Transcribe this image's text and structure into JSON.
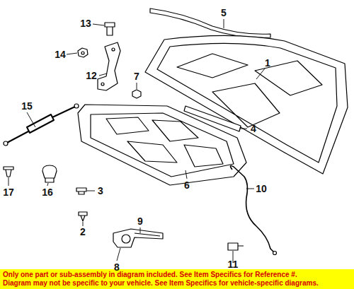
{
  "diagram": {
    "labels": [
      "1",
      "2",
      "3",
      "4",
      "5",
      "6",
      "7",
      "8",
      "9",
      "10",
      "11",
      "12",
      "13",
      "14",
      "15",
      "16",
      "17",
      "Only one part or sub-assembly in diagram included. See Item Specifics for Reference #.",
      "Diagram may not be specific to your vehicle. See Item Specifics for vehicle-specific diagrams."
    ]
  }
}
